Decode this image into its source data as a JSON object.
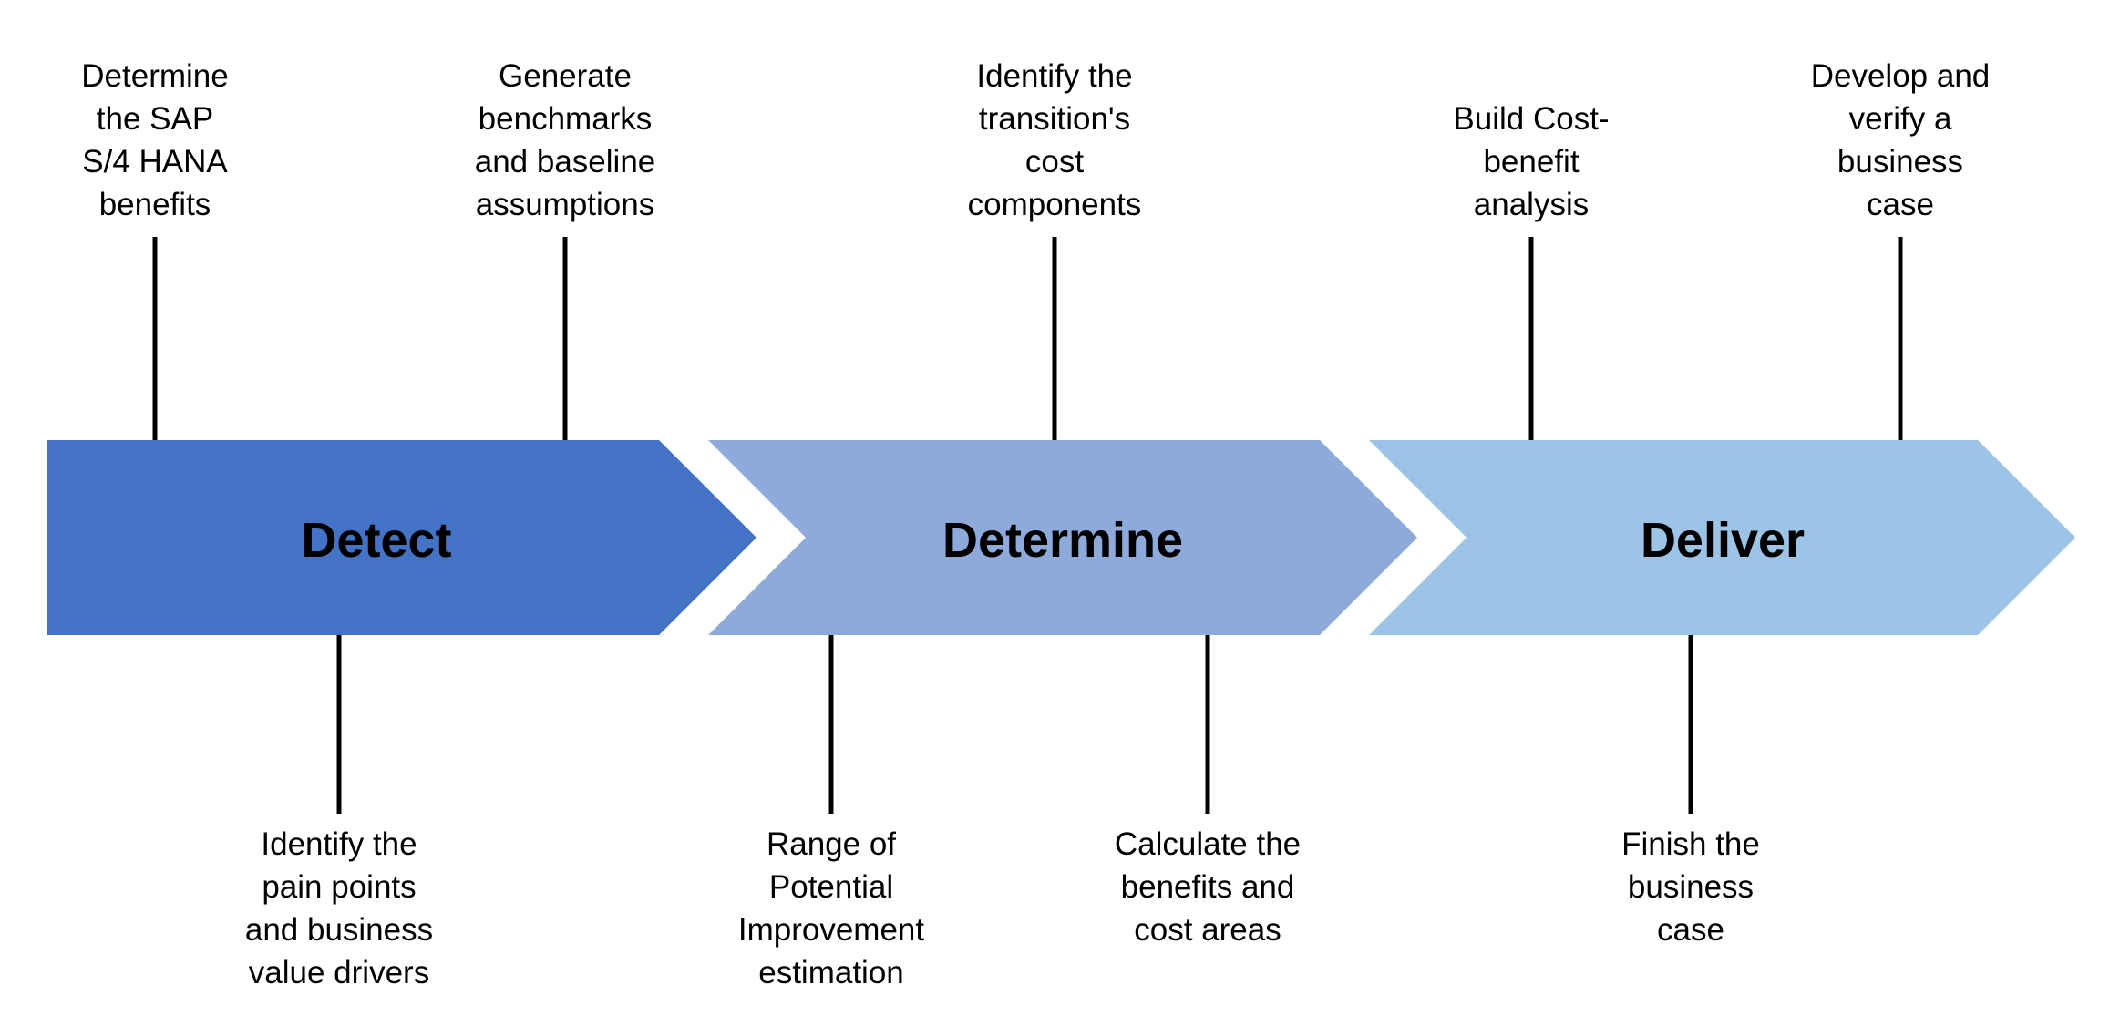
{
  "phases": [
    {
      "label": "Detect",
      "color": "#4472c4"
    },
    {
      "label": "Determine",
      "color": "#8eaadb"
    },
    {
      "label": "Deliver",
      "color": "#9dc3e6"
    }
  ],
  "steps_top": [
    {
      "text": "Determine\nthe SAP\nS/4 HANA\nbenefits"
    },
    {
      "text": "Generate\nbenchmarks\nand baseline\nassumptions"
    },
    {
      "text": "Identify the\ntransition's\ncost\ncomponents"
    },
    {
      "text": "Build Cost-\nbenefit\nanalysis"
    },
    {
      "text": "Develop and\nverify a\nbusiness\ncase"
    }
  ],
  "steps_bottom": [
    {
      "text": "Identify the\npain points\nand business\nvalue drivers"
    },
    {
      "text": "Range of\nPotential\nImprovement\nestimation"
    },
    {
      "text": "Calculate the\nbenefits and\ncost areas"
    },
    {
      "text": "Finish the\nbusiness\ncase"
    }
  ]
}
